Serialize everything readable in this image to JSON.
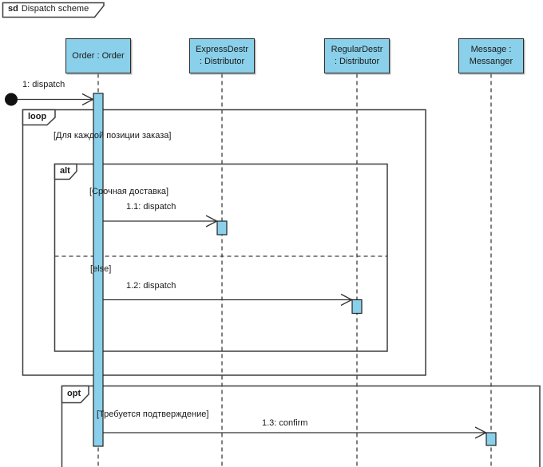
{
  "title": {
    "keyword": "sd",
    "name": "Dispatch scheme"
  },
  "lifelines": [
    {
      "line1": "Order : Order",
      "line2": ""
    },
    {
      "line1": "ExpressDestr",
      "line2": ": Distributor"
    },
    {
      "line1": "RegularDestr",
      "line2": ": Distributor"
    },
    {
      "line1": "Message :",
      "line2": "Messanger"
    }
  ],
  "fragments": {
    "loop": {
      "operator": "loop",
      "guard": "[Для каждой позиции заказа]"
    },
    "alt": {
      "operator": "alt",
      "guard_urgent": "[Срочная доставка]",
      "guard_else": "[else]"
    },
    "opt": {
      "operator": "opt",
      "guard": "[Требуется подтверждение]"
    }
  },
  "messages": {
    "m1": "1: dispatch",
    "m2": "1.1: dispatch",
    "m3": "1.2: dispatch",
    "m4": "1.3: confirm"
  },
  "colors": {
    "shape_fill": "#8AD0EA",
    "border": "#2b2b2b",
    "line": "#333333"
  }
}
